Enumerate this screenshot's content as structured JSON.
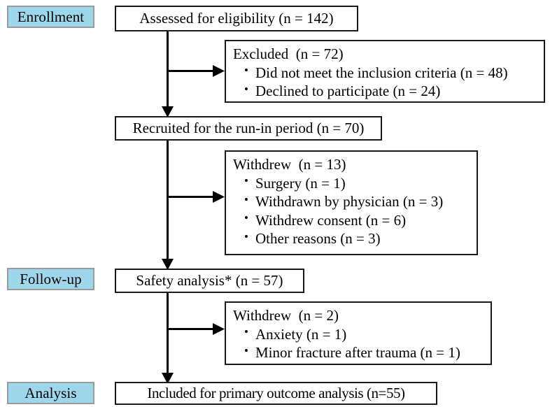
{
  "diagram": {
    "type": "consort-flow-diagram",
    "title": "",
    "colors": {
      "stage_label_fill": "#9ed7ec",
      "stage_label_border": "#9a9a9a",
      "node_border": "#1a1a1a",
      "node_fill": "#ffffff",
      "connector": "#000000",
      "text": "#000000"
    },
    "stages": [
      {
        "id": "enrollment",
        "label": "Enrollment"
      },
      {
        "id": "follow-up",
        "label": "Follow-up"
      },
      {
        "id": "analysis",
        "label": "Analysis"
      }
    ],
    "nodes": [
      {
        "id": "assessed",
        "kind": "single",
        "text": "Assessed for eligibility (n = 142)"
      },
      {
        "id": "excluded",
        "kind": "list",
        "head": "Excluded  (n = 72)",
        "items": [
          "Did not meet the inclusion criteria (n = 48)",
          "Declined to participate (n = 24)"
        ]
      },
      {
        "id": "recruited",
        "kind": "single",
        "text": "Recruited for the run-in period (n = 70)"
      },
      {
        "id": "withdrew-run-in",
        "kind": "list",
        "head": "Withdrew  (n = 13)",
        "items": [
          "Surgery (n = 1)",
          "Withdrawn by physician (n = 3)",
          "Withdrew consent (n = 6)",
          "Other reasons (n = 3)"
        ]
      },
      {
        "id": "safety",
        "kind": "single",
        "text": "Safety analysis* (n = 57)"
      },
      {
        "id": "withdrew-followup",
        "kind": "list",
        "head": "Withdrew  (n = 2)",
        "items": [
          "Anxiety (n = 1)",
          "Minor fracture after trauma (n = 1)"
        ]
      },
      {
        "id": "included",
        "kind": "single",
        "text": "Included for primary outcome analysis (n=55)"
      }
    ],
    "counts": {
      "assessed_for_eligibility": 142,
      "excluded_total": 72,
      "excluded_not_meeting_inclusion_criteria": 48,
      "excluded_declined_to_participate": 24,
      "recruited_run_in_period": 70,
      "withdrew_run_in_total": 13,
      "withdrew_run_in_surgery": 1,
      "withdrew_run_in_withdrawn_by_physician": 3,
      "withdrew_run_in_withdrew_consent": 6,
      "withdrew_run_in_other_reasons": 3,
      "safety_analysis": 57,
      "withdrew_followup_total": 2,
      "withdrew_followup_anxiety": 1,
      "withdrew_followup_minor_fracture_after_trauma": 1,
      "included_primary_outcome_analysis": 55
    },
    "footnote_marker": "*"
  }
}
